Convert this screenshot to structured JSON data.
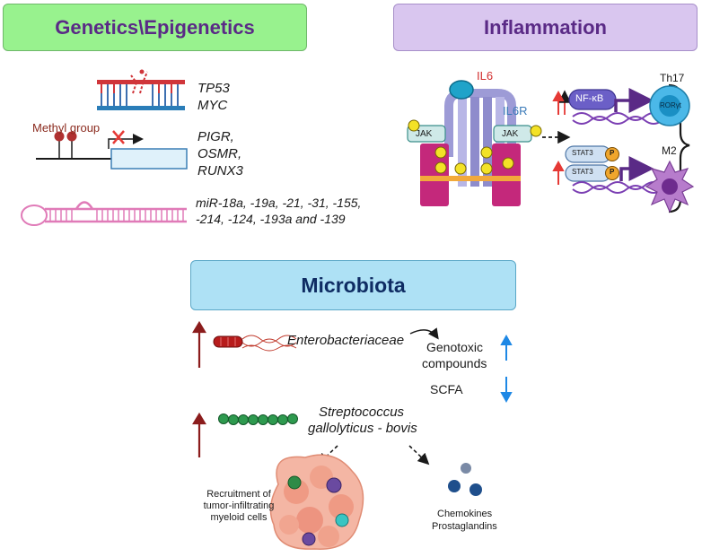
{
  "genetics": {
    "title": "Genetics\\Epigenetics",
    "methyl_label": "Methyl group",
    "gene_group_1": [
      "TP53",
      "MYC"
    ],
    "gene_group_2": [
      "PIGR,",
      "OSMR,",
      "RUNX3"
    ],
    "mirna_lines": [
      "miR-18a, -19a, -21, -31, -155,",
      "-214, -124, -193a and -139"
    ]
  },
  "inflammation": {
    "title": "Inflammation",
    "il6": "IL6",
    "il6r": "IL6R",
    "jak_left": "JAK",
    "jak_right": "JAK",
    "p": "P",
    "nfkb": "NF-κB",
    "stat3_top": "STAT3",
    "stat3_bottom": "STAT3",
    "th17": "Th17",
    "roryt": "RORγt",
    "m2": "M2"
  },
  "microbiota": {
    "title": "Microbiota",
    "enterobacteriaceae": "Enterobacteriaceae",
    "genotoxic": [
      "Genotoxic",
      "compounds"
    ],
    "scfa": "SCFA",
    "strep": [
      "Streptococcus",
      "gallolyticus - bovis"
    ],
    "recruitment": [
      "Recruitment of",
      "tumor-infiltrating",
      "myeloid cells"
    ],
    "chemokines": "Chemokines",
    "prostaglandins": "Prostaglandins"
  },
  "colors": {
    "up_red": "#e53935",
    "dark_red": "#8b1c1c",
    "blue_arrow": "#1e88e5",
    "purple": "#5a2a86"
  }
}
